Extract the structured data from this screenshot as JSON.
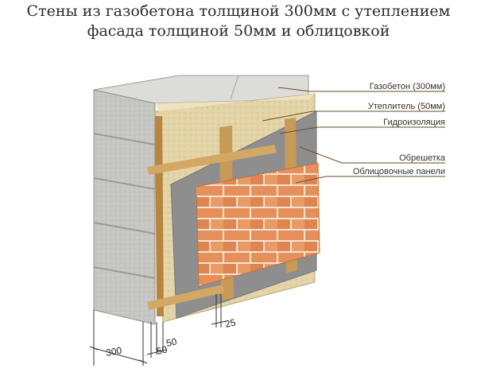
{
  "title": {
    "line1": "Стены из газобетона толщиной 300мм с утеплением",
    "line2": "фасада толщиной 50мм и облицовкой"
  },
  "labels": {
    "aerated_concrete": "Газобетон (300мм)",
    "insulation": "Утеплитель (50мм)",
    "waterproofing": "Гидроизоляция",
    "lathing": "Обрешетка",
    "facing_panels": "Облицовочные панели"
  },
  "dimensions": {
    "wall": "300",
    "insulation_a": "50",
    "insulation_b": "50",
    "lathing": "25"
  },
  "colors": {
    "concrete": "#c9c9c6",
    "insulation": "#e2d3a6",
    "membrane": "#8e8e8e",
    "timber": "#c79a55",
    "brick": "#e58f5a",
    "mortar": "#f3e3cf",
    "leader": "#6a4a2a"
  }
}
